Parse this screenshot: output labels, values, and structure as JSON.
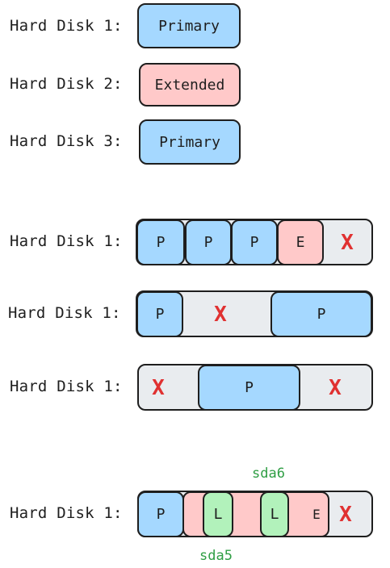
{
  "section1": {
    "rows": [
      {
        "label": "Hard Disk 1:",
        "box": "Primary"
      },
      {
        "label": "Hard Disk 2:",
        "box": "Extended"
      },
      {
        "label": "Hard Disk 3:",
        "box": "Primary"
      }
    ]
  },
  "section2": {
    "row1": {
      "label": "Hard Disk 1:",
      "p1": "P",
      "p2": "P",
      "p3": "P",
      "e": "E",
      "x": "X"
    },
    "row2": {
      "label": "Hard Disk 1:",
      "p1": "P",
      "x": "X",
      "p2": "P"
    },
    "row3": {
      "label": "Hard Disk 1:",
      "x1": "X",
      "p": "P",
      "x2": "X"
    }
  },
  "section3": {
    "label": "Hard Disk 1:",
    "p": "P",
    "l1": "L",
    "l2": "L",
    "e": "E",
    "x": "X",
    "sda6": "sda6",
    "sda5": "sda5"
  },
  "colors": {
    "primary": "#a5d8ff",
    "extended": "#ffc9c9",
    "logical": "#b2f2bb",
    "free": "#e9ecef",
    "invalid": "#e03131",
    "annotation": "#2f9e44"
  }
}
